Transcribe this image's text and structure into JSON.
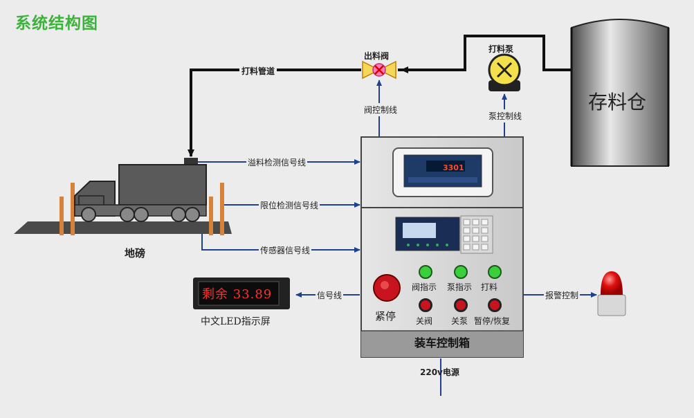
{
  "title": "系统结构图",
  "labels": {
    "valve": "出料阀",
    "pump": "打料泵",
    "silo": "存料仓",
    "pipe": "打料管道",
    "valve_ctrl": "阀控制线",
    "pump_ctrl": "泵控制线",
    "overflow_line": "溢料检测信号线",
    "limit_line": "限位检测信号线",
    "sensor_line": "传感器信号线",
    "signal_line": "信号线",
    "alarm_ctrl": "报警控制",
    "scale": "地磅",
    "led_caption": "中文LED指示屏",
    "power": "220v电源",
    "box_title": "装车控制箱",
    "estop": "紧停"
  },
  "led_display": "剩余  33.89",
  "indicator_display": "3301",
  "lamps": [
    {
      "label": "阀指示",
      "color": "#3ccf3c"
    },
    {
      "label": "泵指示",
      "color": "#3ccf3c"
    },
    {
      "label": "打料",
      "color": "#3ccf3c"
    }
  ],
  "buttons": [
    {
      "label": "关阀",
      "color": "#c8141e"
    },
    {
      "label": "关泵",
      "color": "#c8141e"
    },
    {
      "label": "暂停/恢复",
      "color": "#c8141e"
    }
  ],
  "colors": {
    "title": "#3cb23c",
    "signal_line": "#1f3f8f",
    "pipe": "#111111",
    "led_text": "#ff3030"
  }
}
